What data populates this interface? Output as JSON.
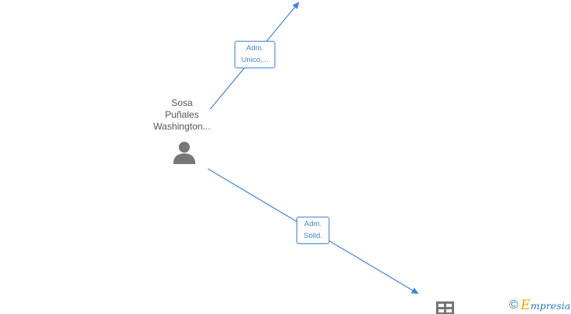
{
  "person": {
    "name_lines": [
      "Sosa",
      "Puñales",
      "Washington..."
    ],
    "icon": "person-icon"
  },
  "relations": [
    {
      "label_lines": [
        "Adm.",
        "Unico,..."
      ]
    },
    {
      "label_lines": [
        "Adm.",
        "Solid."
      ]
    }
  ],
  "company": {
    "icon": "building-icon"
  },
  "brand": {
    "copyright_symbol": "©",
    "logo_first_letter": "E",
    "logo_rest": "mpresia"
  },
  "colors": {
    "link": "#3d85d8",
    "person_icon": "#777777",
    "company_icon": "#777777",
    "brand_blue": "#2e7ab8",
    "brand_orange": "#f0a800"
  }
}
